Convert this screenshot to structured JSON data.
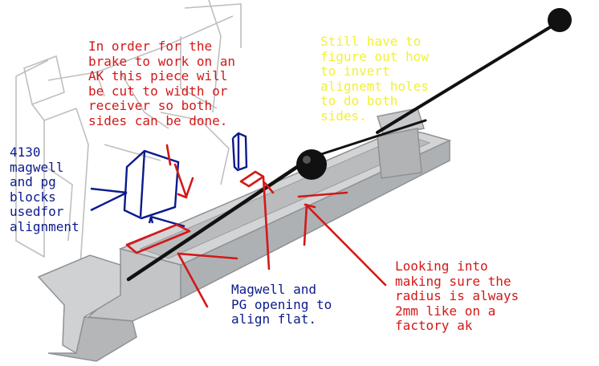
{
  "colors": {
    "red": "#d41818",
    "blue": "#0b1a8c",
    "yellow": "#f3ef3a",
    "metal": "#c9cbcc",
    "metal_dark": "#8f9294",
    "sketch": "#bfbfbf",
    "knob": "#111111"
  },
  "annotations": {
    "red_top": {
      "color": "red",
      "lines": [
        "In order for the",
        "brake to work on an",
        "AK this piece will",
        "be cut to width or",
        "receiver so both",
        "sides can be done."
      ]
    },
    "yellow_top": {
      "color": "yellow",
      "lines": [
        "Still have to",
        "figure out how",
        "to invert",
        "alignemt holes",
        "to do both",
        "sides."
      ]
    },
    "blue_left": {
      "color": "blue",
      "lines": [
        "4130",
        "magwell",
        "and pg",
        "blocks",
        "usedfor",
        "alignment"
      ]
    },
    "blue_bottom": {
      "color": "blue",
      "lines": [
        "Magwell and",
        "PG opening to",
        "align flat."
      ]
    },
    "red_bottom": {
      "color": "red",
      "lines": [
        "Looking into",
        "making sure the",
        "radius is always",
        "2mm like on a",
        "factory ak"
      ]
    }
  }
}
